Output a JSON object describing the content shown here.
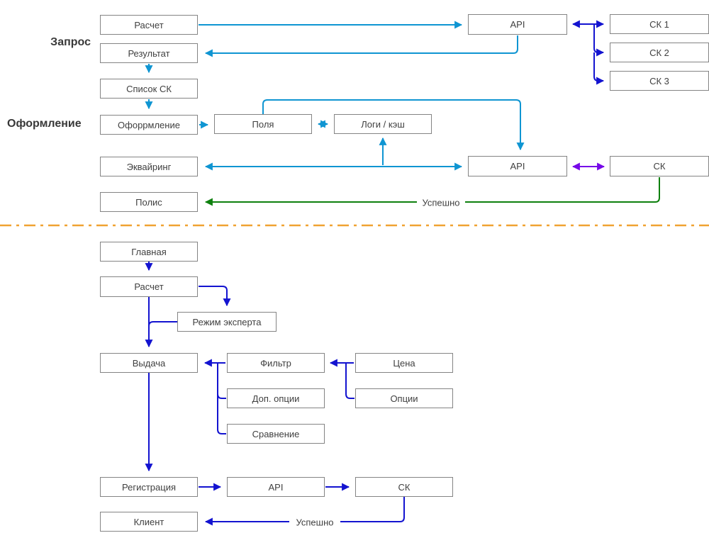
{
  "colors": {
    "cyan": "#0f95d2",
    "blue": "#1313d0",
    "purple": "#7608e8",
    "green": "#0e800e",
    "divider": "#f0a232",
    "box_border": "#848484",
    "text": "#404040"
  },
  "section_labels": {
    "zapros": "Запрос",
    "oformlenie": "Оформление"
  },
  "nodes": {
    "raschet_top": "Расчет",
    "rezultat": "Результат",
    "spisok_sk": "Список СК",
    "oformlenie_box": "Офоррмление",
    "polya": "Поля",
    "logi_kesh": "Логи / кэш",
    "ekvayring": "Эквайринг",
    "polis": "Полис",
    "api_top": "API",
    "sk1": "СК 1",
    "sk2": "СК 2",
    "sk3": "СК 3",
    "api_mid": "API",
    "sk_mid": "СК",
    "glavnaya": "Главная",
    "raschet_bottom": "Расчет",
    "rezhim_eksperta": "Режим эксперта",
    "vydacha": "Выдача",
    "filtr": "Фильтр",
    "tsena": "Цена",
    "dop_optsii": "Доп. опции",
    "optsii": "Опции",
    "sravnenie": "Сравнение",
    "registratsiya": "Регистрация",
    "api_bottom": "API",
    "sk_bottom": "СК",
    "klient": "Клиент"
  },
  "edge_labels": {
    "uspeshno_top": "Успешно",
    "uspeshno_bottom": "Успешно"
  }
}
